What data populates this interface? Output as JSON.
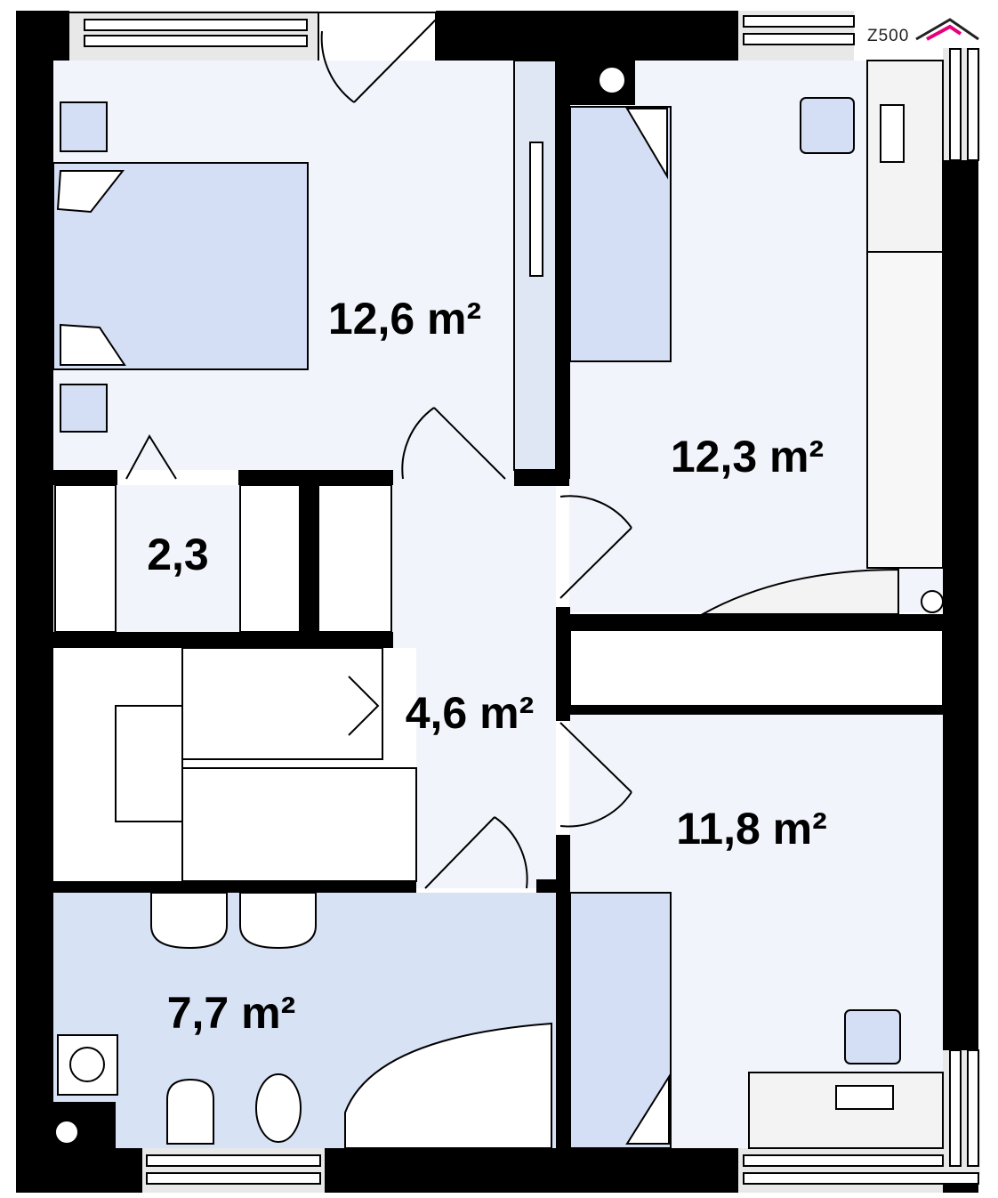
{
  "logo": {
    "text": "Z500",
    "accent_color": "#e6007e"
  },
  "rooms": [
    {
      "id": "bedroom-main",
      "area": "12,6 m²"
    },
    {
      "id": "bedroom-right-top",
      "area": "12,3 m²"
    },
    {
      "id": "closet",
      "area": "2,3"
    },
    {
      "id": "hall",
      "area": "4,6 m²"
    },
    {
      "id": "bedroom-right-bottom",
      "area": "11,8 m²"
    },
    {
      "id": "bathroom",
      "area": "7,7 m²"
    }
  ],
  "colors": {
    "wall": "#000000",
    "room_floor": "#f1f4fa",
    "bathroom_floor": "#d7e2f5",
    "furniture": "#d4def4",
    "window": "#e8e8e8"
  },
  "note": ""
}
